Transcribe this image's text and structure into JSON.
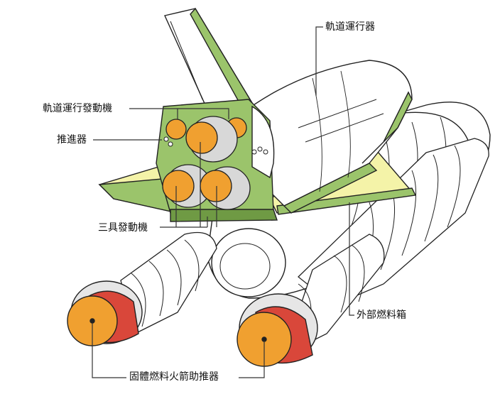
{
  "labels": {
    "orbiter": "軌道運行器",
    "oms_engines": "軌道運行發動機",
    "thrusters": "推進器",
    "main_engines": "三具發動機",
    "external_tank": "外部燃料箱",
    "srb": "固體燃料火箭助推器"
  },
  "colors": {
    "outline": "#222222",
    "green": "#9bc46b",
    "dark_green": "#6f9a44",
    "yellow": "#f4f3a8",
    "orange": "#f0a030",
    "red": "#d9473a",
    "white": "#ffffff",
    "line": "#333333"
  }
}
